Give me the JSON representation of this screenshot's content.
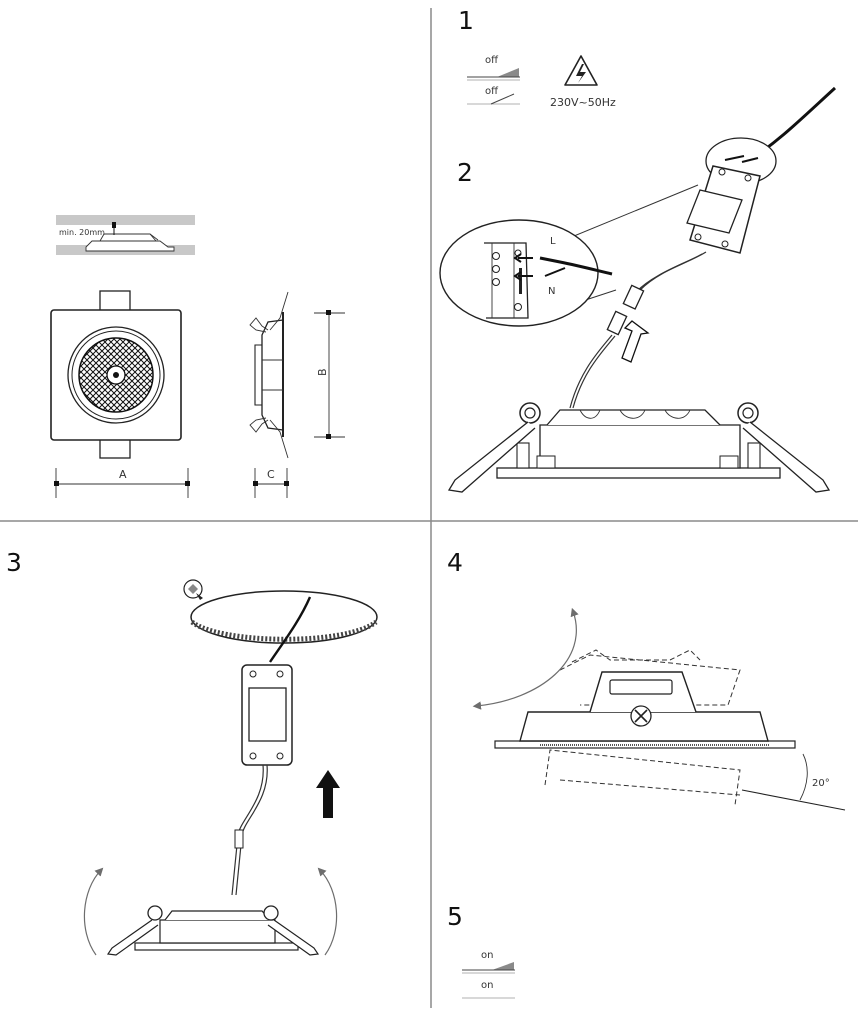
{
  "steps": [
    {
      "number": "1"
    },
    {
      "number": "2"
    },
    {
      "number": "3"
    },
    {
      "number": "4"
    },
    {
      "number": "5"
    }
  ],
  "dimensions": {
    "min_gap": "min. 20mm",
    "width_label": "A",
    "height_label": "B",
    "depth_label": "C"
  },
  "power_off": {
    "switch_label_1": "off",
    "switch_label_2": "off",
    "voltage": "230V~50Hz"
  },
  "wiring": {
    "live_label": "L",
    "neutral_label": "N"
  },
  "tilt": {
    "angle": "20°"
  },
  "power_on": {
    "switch_label_1": "on",
    "switch_label_2": "on"
  }
}
